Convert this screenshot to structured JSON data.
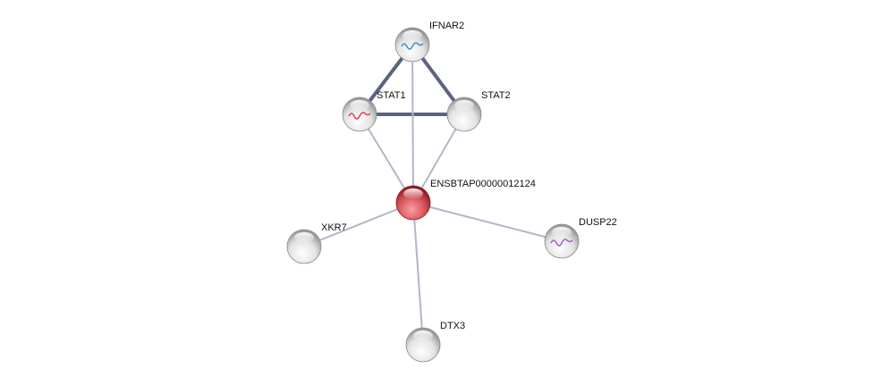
{
  "network": {
    "nodes": [
      {
        "id": "IFNAR2",
        "label": "IFNAR2",
        "query": false,
        "has_structure": true
      },
      {
        "id": "STAT1",
        "label": "STAT1",
        "query": false,
        "has_structure": true
      },
      {
        "id": "STAT2",
        "label": "STAT2",
        "query": false,
        "has_structure": false
      },
      {
        "id": "ENSBTAP00000012124",
        "label": "ENSBTAP00000012124",
        "query": true,
        "has_structure": false
      },
      {
        "id": "XKR7",
        "label": "XKR7",
        "query": false,
        "has_structure": false
      },
      {
        "id": "DUSP22",
        "label": "DUSP22",
        "query": false,
        "has_structure": true
      },
      {
        "id": "DTX3",
        "label": "DTX3",
        "query": false,
        "has_structure": false
      }
    ],
    "edges": [
      {
        "source": "IFNAR2",
        "target": "STAT1",
        "confidence": "high"
      },
      {
        "source": "IFNAR2",
        "target": "STAT2",
        "confidence": "high"
      },
      {
        "source": "STAT1",
        "target": "STAT2",
        "confidence": "high"
      },
      {
        "source": "ENSBTAP00000012124",
        "target": "IFNAR2",
        "confidence": "low"
      },
      {
        "source": "ENSBTAP00000012124",
        "target": "STAT1",
        "confidence": "low"
      },
      {
        "source": "ENSBTAP00000012124",
        "target": "STAT2",
        "confidence": "low"
      },
      {
        "source": "ENSBTAP00000012124",
        "target": "XKR7",
        "confidence": "low"
      },
      {
        "source": "ENSBTAP00000012124",
        "target": "DUSP22",
        "confidence": "low"
      },
      {
        "source": "ENSBTAP00000012124",
        "target": "DTX3",
        "confidence": "low"
      }
    ],
    "colors": {
      "query_node": "#d9535a",
      "node": "#e6e6e6",
      "edge_high": "#5c6380",
      "edge_low": "#b3b6c8"
    }
  }
}
